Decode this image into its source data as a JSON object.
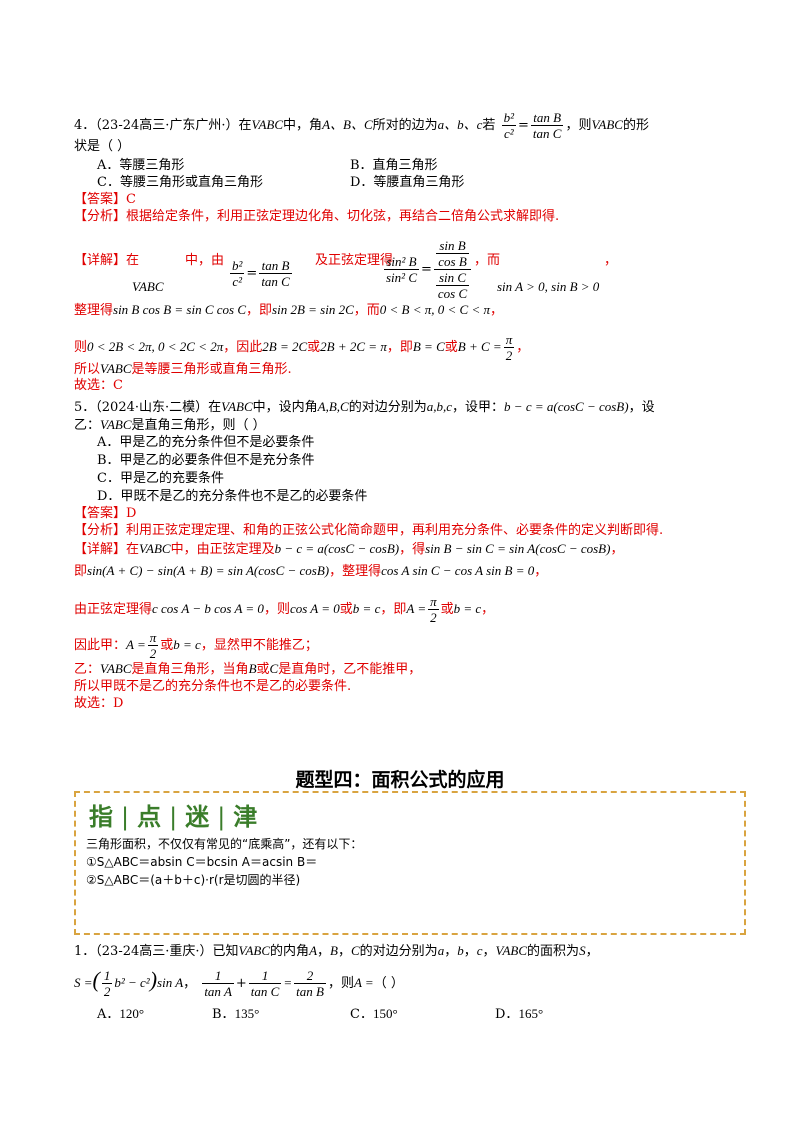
{
  "q4": {
    "stem_a": "4．（23-24高三·广东广州·）在",
    "tri": "VABC",
    "stem_b": "中，角",
    "angles": "A、B、C",
    "stem_c": "所对的边为",
    "sides": "a、b、c",
    "stem_d": "若",
    "stem_e": "，则",
    "stem_f": "的形",
    "stem_g": "状是（    ）",
    "optA": "A．等腰三角形",
    "optB": "B．直角三角形",
    "optC": "C．等腰三角形或直角三角形",
    "optD": "D．等腰直角三角形",
    "answer_label": "【答案】",
    "answer": "C",
    "analysis_label": "【分析】",
    "analysis": "根据给定条件，利用正弦定理边化角、切化弦，再结合二倍角公式求解即得.",
    "detail_label": "【详解】",
    "d1": "在",
    "d2": "中，由",
    "d3": "及正弦定理得",
    "d4": "，而",
    "d5": "，",
    "cond1": "sin A > 0, sin B > 0",
    "d6": "整理得",
    "e1": "sin B cos B = sin C cos C",
    "d7": "，即",
    "e2": "sin 2B = sin 2C",
    "d8": "，而",
    "e3": "0 < B < π, 0 < C < π",
    "d9": "，",
    "d10": "则",
    "e4": "0 < 2B < 2π, 0 < 2C < 2π",
    "d11": "，因此",
    "e5": "2B = 2C",
    "d12": "或",
    "e6": "2B + 2C = π",
    "d13": "，即",
    "e7": "B = C",
    "d14": "或",
    "e8": "B + C =",
    "d15": "，",
    "d16": "所以",
    "d17": "是等腰三角形或直角三角形.",
    "choose": "故选：C"
  },
  "q5": {
    "stem_a": "5．（2024·山东·二模）在",
    "stem_b": "中，设内角",
    "angles": "A,B,C",
    "stem_c": "的对边分别为",
    "sides": "a,b,c",
    "stem_d": "，设甲：",
    "cond": "b − c = a(cosC − cosB)",
    "stem_e": "，设",
    "stem_f": "乙：",
    "stem_g": "是直角三角形，则（    ）",
    "optA": "A．甲是乙的充分条件但不是必要条件",
    "optB": "B．甲是乙的必要条件但不是充分条件",
    "optC": "C．甲是乙的充要条件",
    "optD": "D．甲既不是乙的充分条件也不是乙的必要条件",
    "answer_label": "【答案】",
    "answer": "D",
    "analysis_label": "【分析】",
    "analysis": "利用正弦定理定理、和角的正弦公式化简命题甲，再利用充分条件、必要条件的定义判断即得.",
    "detail_label": "【详解】",
    "d1": "在",
    "d2": "中，由正弦定理及",
    "d3": "，得",
    "e1": "sin B − sin C = sin A(cosC − cosB)",
    "d4": "，",
    "d5": "即",
    "e2": "sin(A + C) − sin(A + B) = sin A(cosC − cosB)",
    "d6": "，整理得",
    "e3": "cos A sin C − cos A sin B = 0",
    "d7": "，",
    "d8": "由正弦定理得",
    "e4": "c cos A − b cos A = 0",
    "d9": "，则",
    "e5": "cos A = 0",
    "d10": "或",
    "e6": "b = c",
    "d11": "，即",
    "e7": "A =",
    "d12": "或",
    "e8": "b = c",
    "d13": "，",
    "d14": "因此甲：",
    "e9": "A =",
    "d15": "或",
    "e10": "b = c",
    "d16": "，显然甲不能推乙；",
    "d17": "乙：",
    "d18": "是直角三角形，当角",
    "e11": "B",
    "d19": "或",
    "e12": "C",
    "d20": "是直角时，乙不能推甲，",
    "d21": "所以甲既不是乙的充分条件也不是乙的必要条件.",
    "choose": "故选：D"
  },
  "section": {
    "title": "题型四：面积公式的应用",
    "tip_title": [
      "指",
      "点",
      "迷",
      "津"
    ],
    "tip_sep": "|",
    "tip1": "三角形面积，不仅仅有常见的“底乘高”，还有以下：",
    "tip2": "①S△ABC＝absin C＝bcsin A＝acsin B＝",
    "tip3": "②S△ABC＝(a＋b＋c)·r(r是切圆的半径)"
  },
  "q1": {
    "stem_a": "1．（23-24高三·重庆·）已知",
    "stem_b": "的内角",
    "a": "A",
    "c1": "，",
    "b": "B",
    "c2": "，",
    "c": "C",
    "stem_c": "的对边分别为",
    "sa": "a",
    "sb": "b",
    "sc": "c",
    "stem_d": "的面积为",
    "S": "S",
    "stem_e": "，",
    "e1a": "S =",
    "e1b": "sin A",
    "e2": "=",
    "stem_f": "，则",
    "e3": "A =",
    "stem_g": "（    ）",
    "optA": "A．",
    "valA": "120°",
    "optB": "B．",
    "valB": "135°",
    "optC": "C．",
    "valC": "150°",
    "optD": "D．",
    "valD": "165°"
  }
}
